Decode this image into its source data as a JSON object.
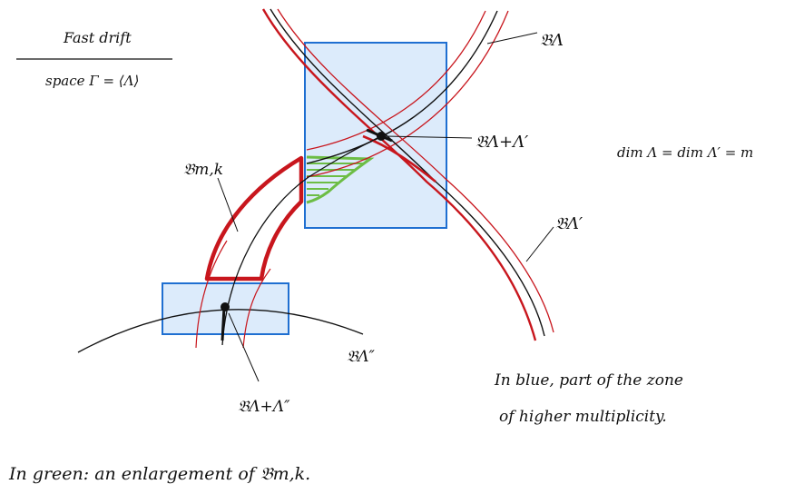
{
  "diagram": {
    "title": "Fast drift",
    "subtitle": "space Γ = ⟨Λ⟩",
    "dim_note": "dim Λ = dim Λ′ = m",
    "labels": {
      "b_lambda": "𝔅Λ",
      "b_lambda_plus_lambda_prime": "𝔅Λ+Λ′",
      "b_lambda_prime": "𝔅Λ′",
      "b_m_k": "𝔅m,k",
      "b_lambda_dprime": "𝔅Λ″",
      "b_lambda_plus_lambda_dprime": "𝔅Λ+Λ″"
    },
    "blue_note": [
      "In blue, part of the zone",
      "of higher multiplicity."
    ],
    "green_note": "In green: an enlargement of 𝔅m,k."
  },
  "colors": {
    "red": "#c8161d",
    "dark_red": "#b01016",
    "green": "#6cbd45",
    "blue_fill": "#dcebfb",
    "blue_stroke": "#1f6fd1",
    "ink": "#111111"
  }
}
